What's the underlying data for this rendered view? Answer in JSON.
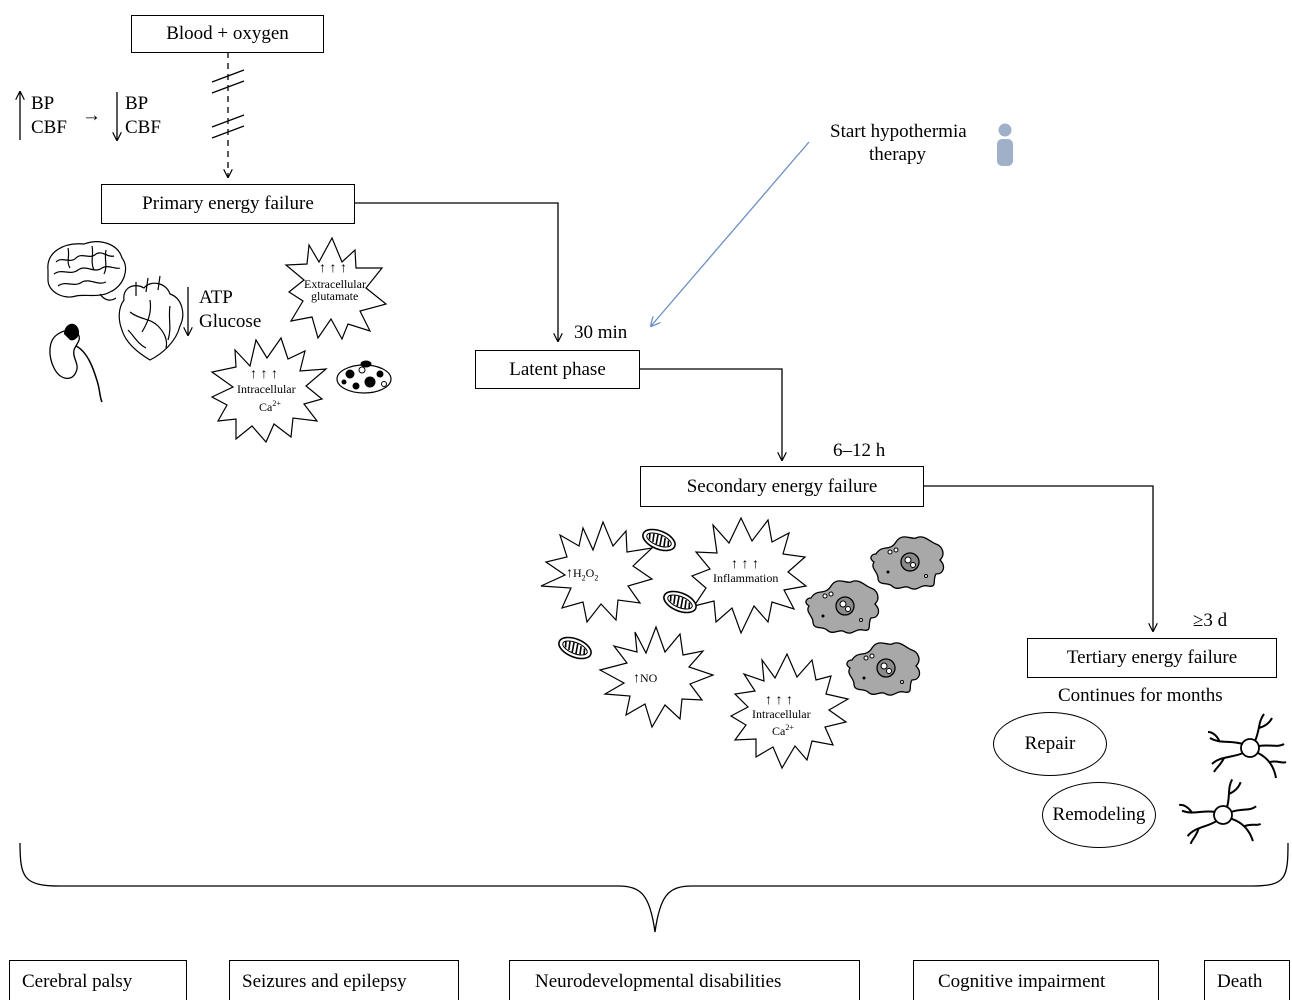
{
  "blood_oxygen": "Blood + oxygen",
  "bp_cbf": {
    "left": {
      "bp": "BP",
      "cbf": "CBF"
    },
    "arrow": "→",
    "right": {
      "bp": "BP",
      "cbf": "CBF"
    }
  },
  "primary_energy_failure": "Primary energy failure",
  "primary_labels": {
    "atp": "ATP",
    "glucose": "Glucose",
    "extracellular_l1": "Extracellular",
    "extracellular_l2": "glutamate",
    "intracellular": "Intracellular",
    "ca": "Ca",
    "ca_sup": "2+",
    "arrows3": "↑ ↑ ↑"
  },
  "hypothermia": {
    "line1": "Start hypothermia",
    "line2": "therapy"
  },
  "time_30min": "30 min",
  "latent_phase": "Latent phase",
  "time_6_12h": "6–12 h",
  "secondary_energy_failure": "Secondary energy failure",
  "secondary_labels": {
    "h2o2": "H2O2",
    "inflammation": "Inflammation",
    "no": "NO",
    "intracellular": "Intracellular",
    "ca": "Ca",
    "ca_sup": "2+",
    "arrows3": "↑ ↑ ↑",
    "up": "↑"
  },
  "time_3d": "≥3 d",
  "tertiary_energy_failure": "Tertiary energy failure",
  "continues": "Continues for months",
  "repair": "Repair",
  "remodeling": "Remodeling",
  "outcomes": [
    "Cerebral palsy",
    "Seizures and epilepsy",
    "Neurodevelopmental disabilities",
    "Cognitive impairment",
    "Death"
  ],
  "colors": {
    "hypothermia_arrow": "#6b8fc2",
    "person_icon": "#9fb0c8",
    "cell_fill": "#a8a8a8"
  }
}
